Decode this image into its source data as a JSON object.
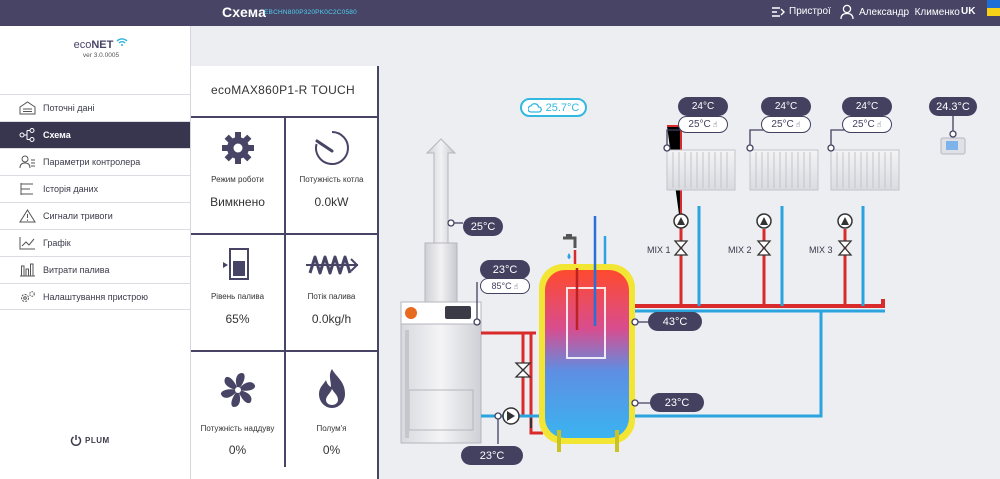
{
  "header": {
    "title": "Схема",
    "serial": "EBCHN800P320PK0C2C0580",
    "devices_label": "Пристрої",
    "user_name": "Александр  Клименко",
    "language": "UK"
  },
  "sidebar": {
    "logo_prefix": "eco",
    "logo_brand": "NET",
    "version": "ver 3.0.0005",
    "items": [
      {
        "label": "Поточні дані"
      },
      {
        "label": "Схема"
      },
      {
        "label": "Параметри контролера"
      },
      {
        "label": "Історія даних"
      },
      {
        "label": "Сигнали тривоги"
      },
      {
        "label": "Графік"
      },
      {
        "label": "Витрати палива"
      },
      {
        "label": "Налаштування пристрою"
      }
    ],
    "footer_brand": "PLUM"
  },
  "panel": {
    "title": "ecoMAX860P1-R TOUCH",
    "cells": [
      {
        "label": "Режим роботи",
        "value": "Вимкнено"
      },
      {
        "label": "Потужність котла",
        "value": "0.0kW"
      },
      {
        "label": "Рівень палива",
        "value": "65%"
      },
      {
        "label": "Потік палива",
        "value": "0.0kg/h"
      },
      {
        "label": "Потужність наддуву",
        "value": "0%"
      },
      {
        "label": "Полум'я",
        "value": "0%"
      }
    ]
  },
  "diagram": {
    "outdoor_temp": "25.7°C",
    "room_panel_temp": "24.3°C",
    "flue_temp": "25°C",
    "boiler_temp": "23°C",
    "boiler_set": "85°C",
    "tank_top_temp": "43°C",
    "tank_bottom_temp": "23°C",
    "return_temp": "23°C",
    "circuits": [
      {
        "label": "MIX 1",
        "temp": "24°C",
        "set": "25°C"
      },
      {
        "label": "MIX 2",
        "temp": "24°C",
        "set": "25°C"
      },
      {
        "label": "MIX 3",
        "temp": "24°C",
        "set": "25°C"
      }
    ]
  },
  "colors": {
    "header_bg": "#484466",
    "active_menu_bg": "#38354f",
    "hot_pipe": "#d92b2b",
    "cold_pipe": "#2aa3df",
    "tank_border": "#f2e533",
    "accent": "#33b8e0"
  }
}
